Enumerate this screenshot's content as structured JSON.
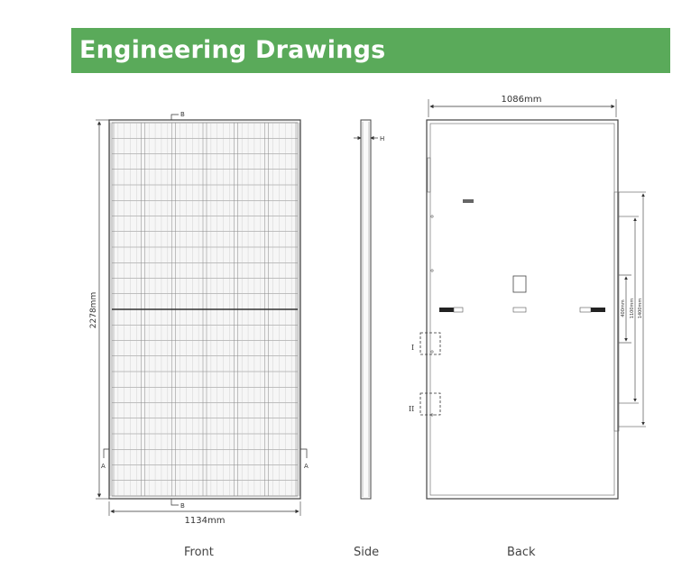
{
  "header": {
    "title": "Engineering Drawings"
  },
  "colors": {
    "header_bg": "#5aaa5a",
    "line": "#555555"
  },
  "front": {
    "height_label": "2278mm",
    "width_label": "1134mm",
    "section_top": "B",
    "section_bottom": "B",
    "section_left": "A",
    "section_right": "A"
  },
  "side": {
    "section_label": "H"
  },
  "back": {
    "width_label": "1086mm",
    "dim_400": "400mm",
    "dim_1100": "1100mm",
    "dim_1400": "1400mm",
    "detail_1": "I",
    "detail_2": "II"
  },
  "views": {
    "front": "Front",
    "side": "Side",
    "back": "Back"
  }
}
